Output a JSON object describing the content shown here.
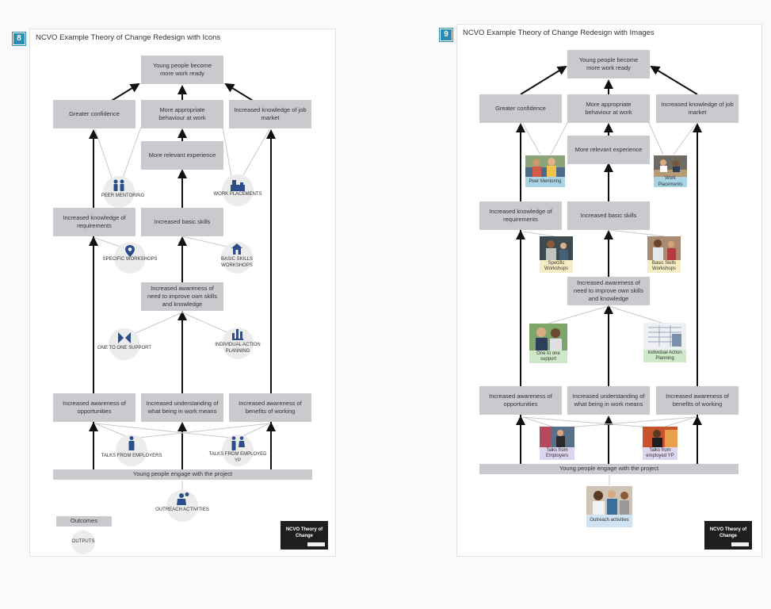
{
  "panels": {
    "left": {
      "number": "8",
      "title": "NCVO Example Theory of Change Redesign with Icons",
      "boxes": {
        "work_ready": "Young people become more work ready",
        "confidence": "Greater confidence",
        "behaviour": "More appropriate behaviour at work",
        "job_market": "Increased knowledge of job market",
        "experience": "More relevant experience",
        "requirements": "Increased knowledge of requirements",
        "basic_skills": "Increased basic skills",
        "awareness_skills": "Increased awareness of need to improve own skills and knowledge",
        "opportunities": "Increased awareness of opportunities",
        "understanding": "Increased understanding of what being in work means",
        "benefits": "Increased awareness of benefits of working",
        "engage": "Young people engage with the project"
      },
      "activities": {
        "peer_mentoring": "PEER MENTORING",
        "work_placements": "WORK PLACEMENTS",
        "specific_workshops": "SPECIFIC WORKSHOPS",
        "basic_skills_workshops": "BASIC SKILLS WORKSHOPS",
        "one_to_one": "ONE TO ONE SUPPORT",
        "individual_action": "INDIVIDUAL ACTION PLANNING",
        "talks_employers": "TALKS FROM EMPLOYERS",
        "talks_yp": "TALKS FROM EMPLOYED YP",
        "outreach": "OUTREACH ACTIVITIES"
      },
      "legend": {
        "outcomes": "Outcomes",
        "outputs": "OUTPUTS"
      },
      "card": "NCVO Theory of Change"
    },
    "right": {
      "number": "9",
      "title": "NCVO Example Theory of Change Redesign with Images",
      "boxes": {
        "work_ready": "Young people become more work ready",
        "confidence": "Greater confidence",
        "behaviour": "More appropriate behaviour at work",
        "job_market": "Increased knowledge of job market",
        "experience": "More relevant experience",
        "requirements": "Increased knowledge of requirements",
        "basic_skills": "Increased basic skills",
        "awareness_skills": "Increased awareness of need to improve own skills and knowledge",
        "opportunities": "Increased awareness of opportunities",
        "understanding": "Increased understanding of what being in work means",
        "benefits": "Increased awareness of benefits of working",
        "engage": "Young people engage with the project"
      },
      "activities": {
        "peer_mentoring": "Peer Mentoring",
        "work_placements": "Work Placements",
        "specific_workshops": "Specific Workshops",
        "basic_skills_workshops": "Basic Skills Workshops",
        "one_to_one": "One to one support",
        "individual_action": "Individual Action Planning",
        "talks_employers": "Talks from Employers",
        "talks_yp": "Talks from employed YP",
        "outreach": "Outreach activities"
      },
      "card": "NCVO Theory of Change"
    }
  },
  "colors": {
    "box": "#c9cace",
    "badge": "#2b8bb0",
    "icon": "#2c4f8c",
    "caption_blue": "#a9d4e6",
    "caption_yellow": "#f6edc4",
    "caption_green": "#cfe8c8",
    "caption_purple": "#ddd5ee",
    "caption_lightblue": "#cfe3f3"
  }
}
